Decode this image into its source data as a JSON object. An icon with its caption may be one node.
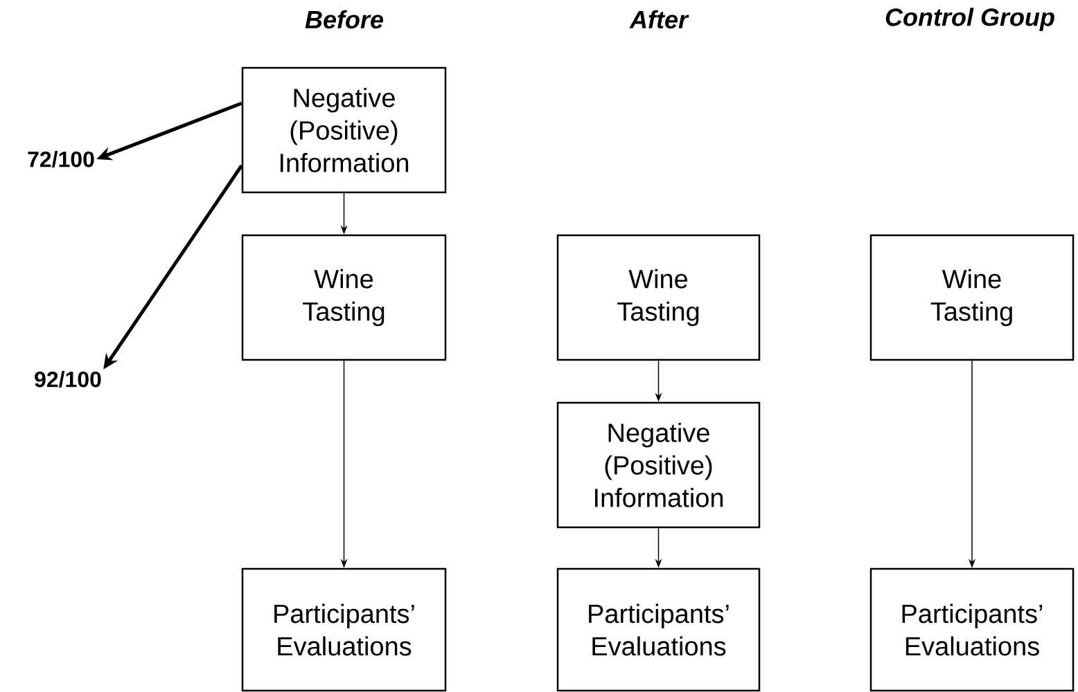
{
  "diagram": {
    "nodes": [
      {
        "text": [
          "Negative (Positive) Information"
        ]
      },
      {
        "text": [
          "Wine Tasting"
        ]
      },
      {
        "text": [
          "Participants’ Evaluations"
        ]
      },
      {
        "text": [
          "Wine Tasting"
        ]
      },
      {
        "text": [
          "Negative (Positive) Information"
        ]
      },
      {
        "text": [
          "Participants’ Evaluations"
        ]
      },
      {
        "text": [
          "Wine Tasting"
        ]
      },
      {
        "text": [
          "Participants’ Evaluations"
        ]
      },
      {
        "text": [
          "72/100"
        ]
      },
      {
        "text": [
          "92/100"
        ]
      }
    ],
    "edges": [
      {
        "from": 0,
        "to": 1,
        "arrow": "to"
      },
      {
        "from": 1,
        "to": 2,
        "arrow": "to"
      },
      {
        "from": 3,
        "to": 4,
        "arrow": "to"
      },
      {
        "from": 4,
        "to": 5,
        "arrow": "to"
      },
      {
        "from": 6,
        "to": 7,
        "arrow": "to"
      },
      {
        "from": 0,
        "to": 8,
        "arrow": "to",
        "style": "thick"
      },
      {
        "from": 0,
        "to": 9,
        "arrow": "to",
        "style": "thick"
      }
    ],
    "labels": [
      "Before",
      "After",
      "Control Group"
    ]
  }
}
